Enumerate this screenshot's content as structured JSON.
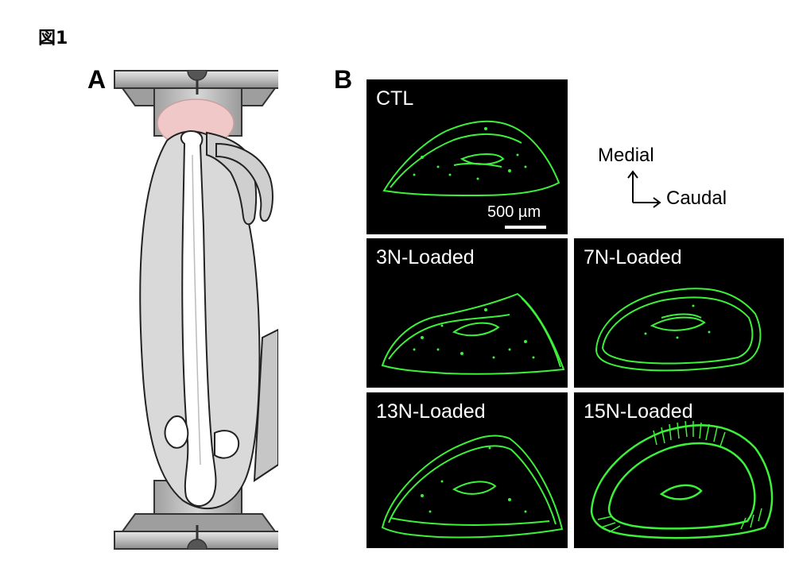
{
  "figure_title": "図1",
  "panel_letters": {
    "a": "A",
    "b": "B"
  },
  "micrographs": [
    {
      "label": "CTL",
      "scale_label": "500 µm"
    },
    {
      "label": "3N-Loaded"
    },
    {
      "label": "7N-Loaded"
    },
    {
      "label": "13N-Loaded"
    },
    {
      "label": "15N-Loaded"
    }
  ],
  "orientation": {
    "up_label": "Medial",
    "right_label": "Caudal"
  },
  "colors": {
    "bone_green": "#3df03a",
    "micro_background": "#000000",
    "tissue_gray": "#d9d9d9",
    "bone_white": "#ffffff",
    "pad_pink": "#f0c8c8",
    "device_gray": "#bdbdbd"
  }
}
